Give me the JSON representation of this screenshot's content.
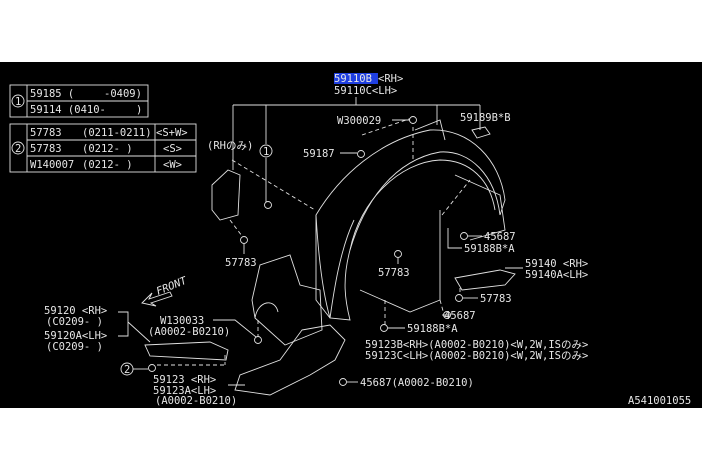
{
  "colors": {
    "background": "#000000",
    "lines": "#e0e0e0",
    "highlight": "#1f3fe0"
  },
  "table1": {
    "marker": "1",
    "rows": [
      [
        "59185 (",
        "-0409)"
      ],
      [
        "59114 (0410-",
        ")"
      ]
    ]
  },
  "table2": {
    "marker": "2",
    "rows": [
      [
        "57783",
        "(0211-0211)",
        "<S+W>"
      ],
      [
        "57783",
        "(0212-      )",
        "<S>"
      ],
      [
        "W140007",
        "(0212-      )",
        "<W>"
      ]
    ]
  },
  "main_part": {
    "rh_number": "59110B",
    "rh_suffix": "<RH>",
    "lh": "59110C<LH>"
  },
  "labels": {
    "w300029": "W300029",
    "p59189b": "59189B*B",
    "p59187": "59187",
    "rh_only": "(RHのみ)",
    "ref1": "1",
    "p57783_a": "57783",
    "p57783_b": "57783",
    "p45687_a": "45687",
    "p59188a_1": "59188B*A",
    "p59140_rh": "59140 <RH>",
    "p59140_lh": "59140A<LH>",
    "p57783_c": "57783",
    "p45687_b": "45687",
    "p59188a_2": "59188B*A",
    "p59123b": "59123B<RH>(A0002-B0210)<W,2W,ISのみ>",
    "p59123c": "59123C<LH>(A0002-B0210)<W,2W,ISのみ>",
    "p45687_c": "45687(A0002-B0210)",
    "p59120_rh": "59120 <RH>",
    "p59120_rh_date": "(C0209-    )",
    "p59120_lh": "59120A<LH>",
    "p59120_lh_date": "(C0209-    )",
    "front": "FRONT",
    "w130033": "W130033",
    "w130033_date": "(A0002-B0210)",
    "ref2": "2",
    "p59123_rh": "59123 <RH>",
    "p59123_lh": "59123A<LH>",
    "p59123_date": "(A0002-B0210)",
    "diagram_code": "A541001055"
  }
}
